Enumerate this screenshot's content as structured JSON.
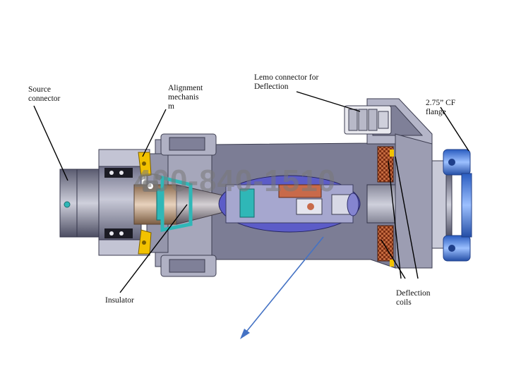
{
  "labels": {
    "source_connector": "Source\nconnector",
    "alignment_mechanism": "Alignment\nmechanis\nm",
    "lemo_connector": "Lemo connector for\nDeflection",
    "cf_flange": "2.75” CF\nflange",
    "insulator": "Insulator",
    "deflection_coils": "Deflection\ncoils"
  },
  "watermark": {
    "phone_number": "400-840-1510"
  },
  "colors": {
    "body_gray": "#8e8fa6",
    "flange_blue": "#3b78d8",
    "coil_copper": "#b5532e",
    "alignment_yellow": "#f2c200",
    "insulator_tan": "#c9a583",
    "teal_ring": "#2fb7b7",
    "arrow_blue": "#4472c4"
  },
  "icons": {
    "watermark_icon": "phone-icon"
  }
}
